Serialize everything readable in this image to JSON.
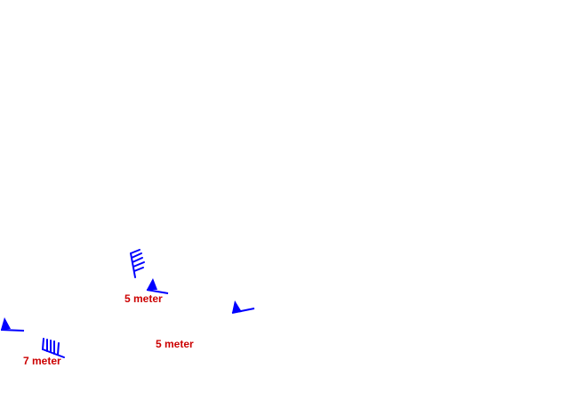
{
  "map": {
    "colors": {
      "symbol": "#0000ff",
      "label": "#cc0000",
      "background": "#ffffff"
    },
    "labels": [
      {
        "text": "5 meter"
      },
      {
        "text": "5 meter"
      },
      {
        "text": "7 meter"
      }
    ],
    "symbols": [
      {
        "type": "wind-barb-icon"
      },
      {
        "type": "wind-pennant-icon"
      },
      {
        "type": "wind-pennant-icon"
      },
      {
        "type": "wind-pennant-icon"
      },
      {
        "type": "wind-barb-icon"
      }
    ]
  }
}
